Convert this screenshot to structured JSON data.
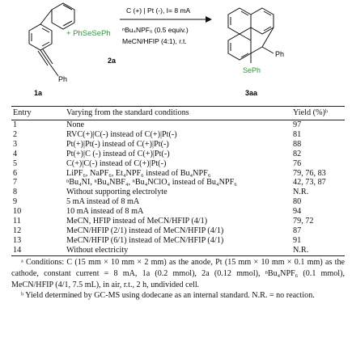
{
  "scheme": {
    "reagent": "+ PhSeSePh",
    "condition_line1": "C (+) | Pt (-), I= 8 mA",
    "condition_line2": "ⁿBu₄NPF₆ (0.5 equiv.)",
    "condition_line3": "MeCN/HFIP (4:1), r.t.",
    "label_1a": "1a",
    "label_2a": "2a",
    "label_3aa": "3aa",
    "ph_1a": "Ph",
    "ph_3aa": "Ph",
    "seph_3aa": "SePh"
  },
  "table": {
    "headers": [
      "Entry",
      "Varying from the standard conditions",
      "Yield (%)ᵇ"
    ],
    "rows": [
      [
        "1",
        "None",
        "97"
      ],
      [
        "2",
        "RVC(+)|C(-) instead of C(+)|Pt(-)",
        "81"
      ],
      [
        "3",
        "Pt(+)|Pt(-) instead of C(+)|Pt(-)",
        "88"
      ],
      [
        "4",
        "Pt(+)|C (-) instead of C(+)|Pt(-)",
        "82"
      ],
      [
        "5",
        "C(+)|C(-) instead of C(+)|Pt(-)",
        "76"
      ],
      [
        "6",
        "LiPF₆, NaPF₆, Et₄NPF₆ instead of Bu₄NPF₆",
        "79, 76, 83"
      ],
      [
        "7",
        "ⁿBu₄NI, ⁿBu₄NBF₄, ⁿBu₄NClO₄ instead of Bu₄NPF₆",
        "42, 73, 87"
      ],
      [
        "8",
        "Without supporting electrolyte",
        "N.R."
      ],
      [
        "9",
        "5 mA instead of 8 mA",
        "80"
      ],
      [
        "10",
        "10 mA instead of 8 mA",
        "94"
      ],
      [
        "11",
        "MeCN, HFIP instead of MeCN/HFIP (4/1)",
        "79, 72"
      ],
      [
        "12",
        "MeCN/HFIP (2/1) instead of MeCN/HFIP (4/1)",
        "87"
      ],
      [
        "13",
        "MeCN/HFIP (6/1) instead of MeCN/HFIP (4/1)",
        "91"
      ],
      [
        "14",
        "Without electricity",
        "N.R."
      ]
    ]
  },
  "footnotes": {
    "a": "ᵃ Conditions: C (15 mm × 10 mm × 2 mm) as the anode, Pt (15 mm × 10 mm × 0.1 mm) as the cathode, constant current = 8 mA, 1a (0.2 mmol), 2a (0.12 mmol), ⁿBu₄NPF₆ (0.1 mmol), MeCN/HFIP (4/1, 7.5 mL), in air, r.t., 2 h, undivided cell.",
    "b": "ᵇ Yield determined by GC-MS using dodecane as an internal standard. N.R. = no reaction."
  },
  "colors": {
    "reagent": "#2e9a3a",
    "text": "#111111"
  }
}
